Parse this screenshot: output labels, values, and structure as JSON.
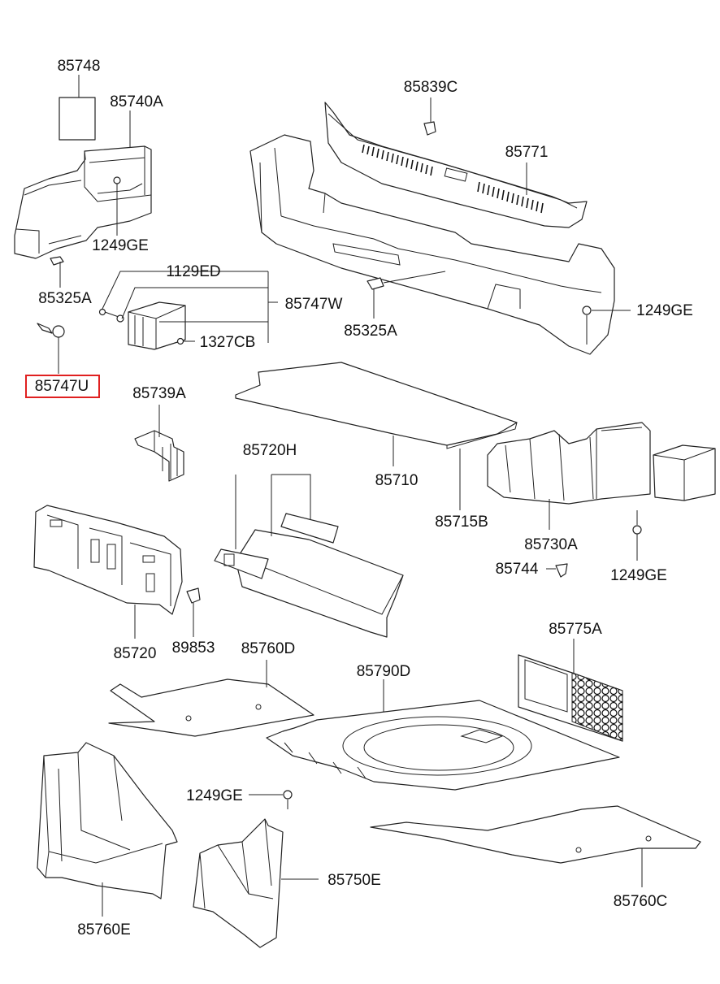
{
  "colors": {
    "line": "#222222",
    "text": "#111111",
    "highlight": "#e02020",
    "background": "#ffffff"
  },
  "highlighted_part": "85747U",
  "parts": {
    "p85748": "85748",
    "p85740A": "85740A",
    "p1249GE_a": "1249GE",
    "p85325A_a": "85325A",
    "p1129ED": "1129ED",
    "p85747W": "85747W",
    "p1327CB": "1327CB",
    "p85747U": "85747U",
    "p85839C": "85839C",
    "p85771": "85771",
    "p85325A_b": "85325A",
    "p1249GE_b": "1249GE",
    "p85739A": "85739A",
    "p85720H": "85720H",
    "p85710": "85710",
    "p85715B": "85715B",
    "p85730A": "85730A",
    "p85744": "85744",
    "p1249GE_c": "1249GE",
    "p85720": "85720",
    "p89853": "89853",
    "p85760D": "85760D",
    "p85790D": "85790D",
    "p85775A": "85775A",
    "p1249GE_d": "1249GE",
    "p85750E": "85750E",
    "p85760E": "85760E",
    "p85760C": "85760C"
  }
}
